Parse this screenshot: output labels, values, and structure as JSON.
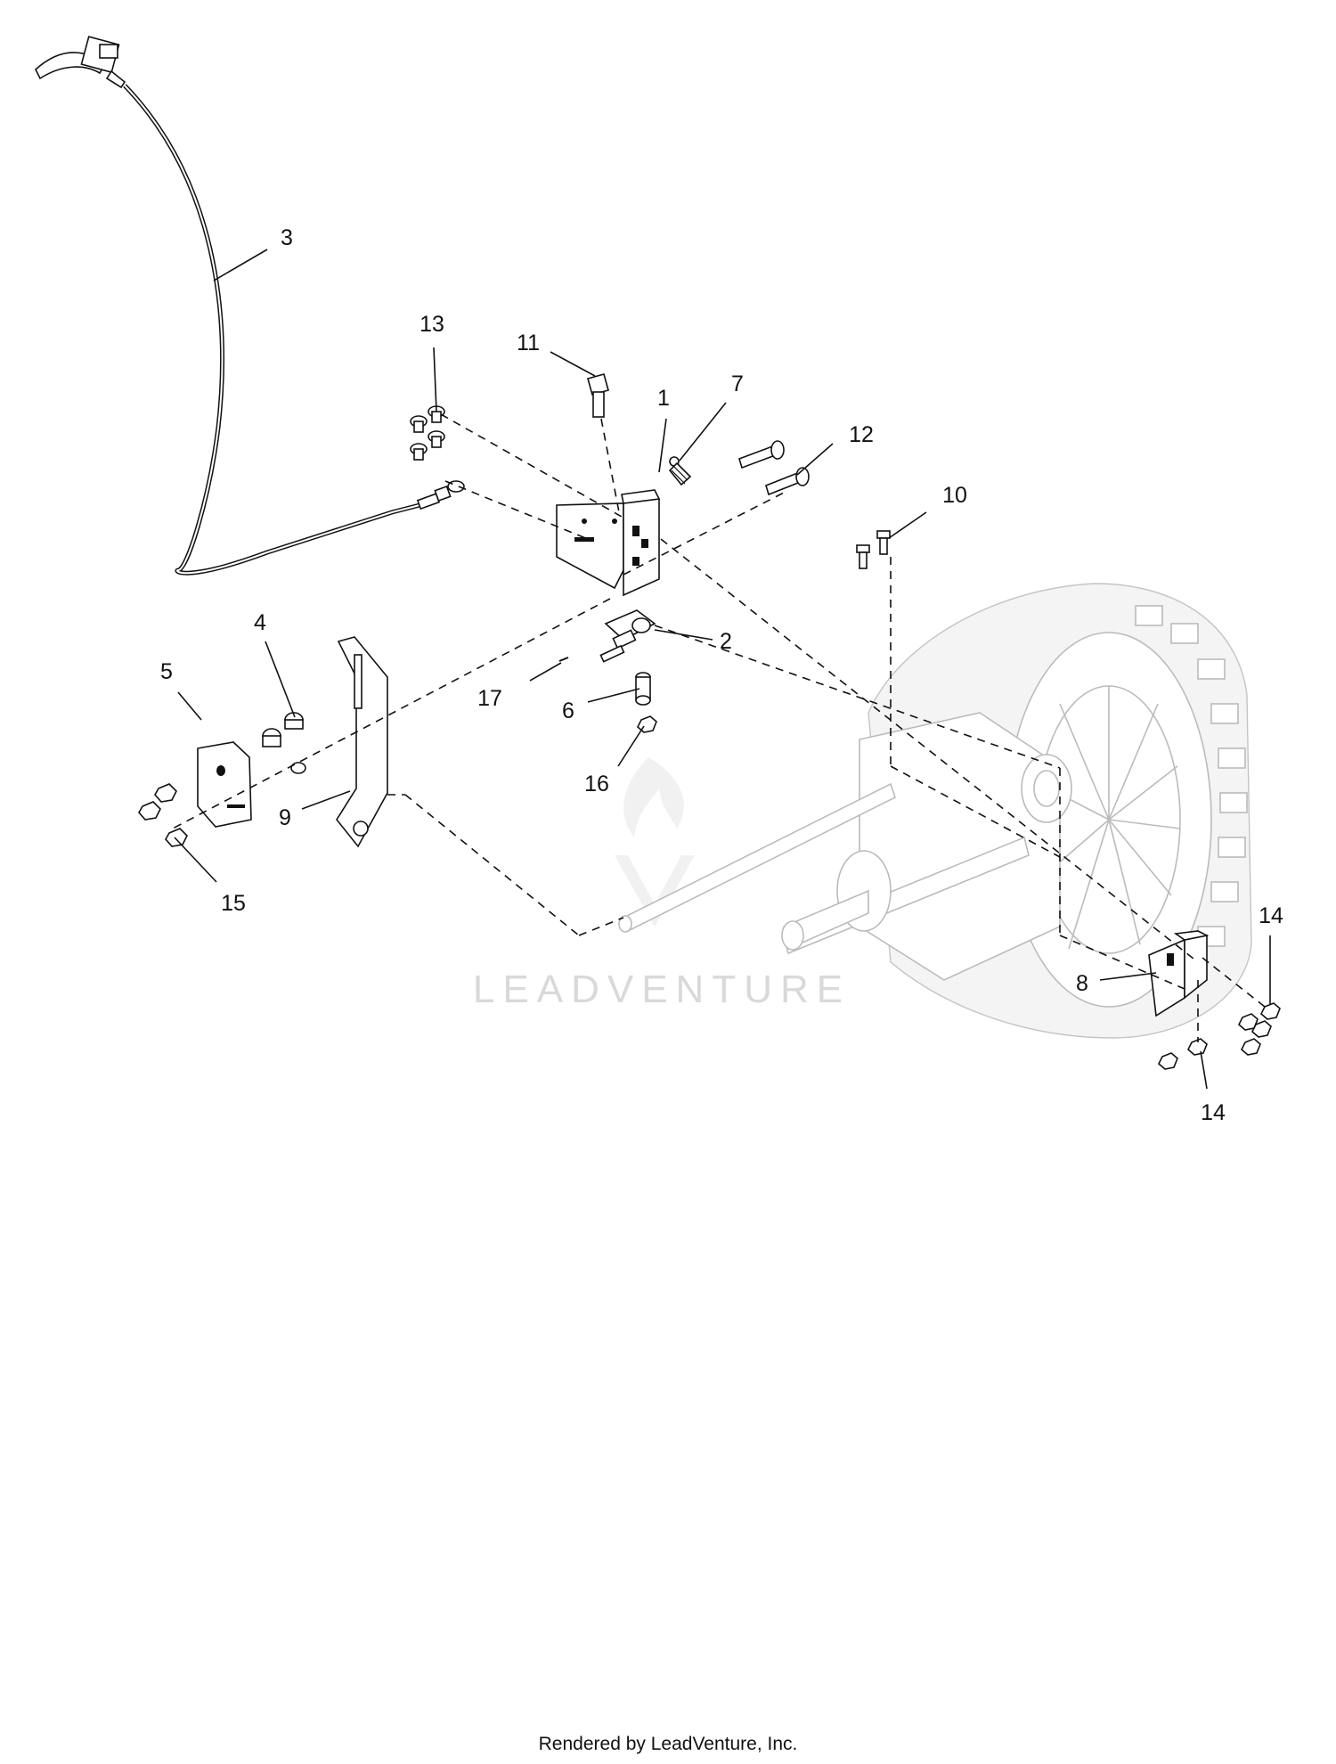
{
  "diagram": {
    "callouts": [
      {
        "id": "1",
        "label": "1"
      },
      {
        "id": "2",
        "label": "2"
      },
      {
        "id": "3",
        "label": "3"
      },
      {
        "id": "4",
        "label": "4"
      },
      {
        "id": "5",
        "label": "5"
      },
      {
        "id": "6",
        "label": "6"
      },
      {
        "id": "7",
        "label": "7"
      },
      {
        "id": "8",
        "label": "8"
      },
      {
        "id": "9",
        "label": "9"
      },
      {
        "id": "10",
        "label": "10"
      },
      {
        "id": "11",
        "label": "11"
      },
      {
        "id": "12",
        "label": "12"
      },
      {
        "id": "13",
        "label": "13"
      },
      {
        "id": "14a",
        "label": "14"
      },
      {
        "id": "14b",
        "label": "14"
      },
      {
        "id": "15",
        "label": "15"
      },
      {
        "id": "16",
        "label": "16"
      },
      {
        "id": "17",
        "label": "17"
      }
    ]
  },
  "watermark": {
    "text": "LEADVENTURE",
    "color": "#d9d9d9"
  },
  "footer": {
    "text": "Rendered by LeadVenture, Inc."
  }
}
